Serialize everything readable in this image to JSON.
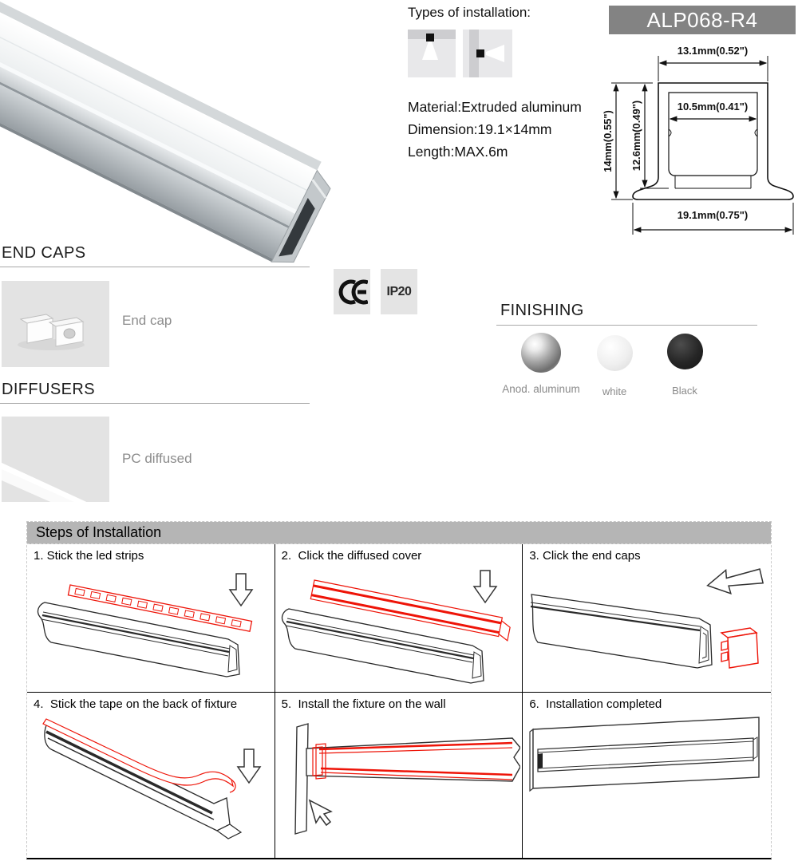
{
  "product": {
    "model": "ALP068-R4",
    "types_heading": "Types of installation:",
    "material_line1": "Material:Extruded aluminum",
    "material_line2": "Dimension:19.1×14mm",
    "material_line3": "Length:MAX.6m"
  },
  "dimensions": {
    "top_width": "13.1mm(0.52\")",
    "inner_width": "10.5mm(0.41\")",
    "outer_height": "14mm(0.55\")",
    "inner_height": "12.6mm(0.49\")",
    "bottom_width": "19.1mm(0.75\")"
  },
  "certifications": {
    "ce": "CE",
    "ip": "IP20"
  },
  "sections": {
    "end_caps": {
      "heading": "END CAPS",
      "item_label": "End cap"
    },
    "diffusers": {
      "heading": "DIFFUSERS",
      "item_label": "PC diffused"
    },
    "finishing": {
      "heading": "FINISHING",
      "options": [
        {
          "label": "Anod. aluminum",
          "color": "#9b9b9b"
        },
        {
          "label": "white",
          "color": "#efefef"
        },
        {
          "label": "Black",
          "color": "#1a1a1a"
        }
      ]
    }
  },
  "installation": {
    "heading": "Steps of Installation",
    "steps": [
      {
        "label": "1. Stick the led strips"
      },
      {
        "label": "2.  Click the diffused cover"
      },
      {
        "label": "3. Click the end caps"
      },
      {
        "label": "4.  Stick the tape on the back of fixture"
      },
      {
        "label": "5.  Install the fixture on the wall"
      },
      {
        "label": "6.  Installation completed"
      }
    ]
  },
  "colors": {
    "accent_red": "#ee1408",
    "banner_gray": "#838383",
    "table_header_gray": "#b5b5b5",
    "thumb_gray": "#e3e3e3",
    "label_gray": "#8c8c8c"
  }
}
